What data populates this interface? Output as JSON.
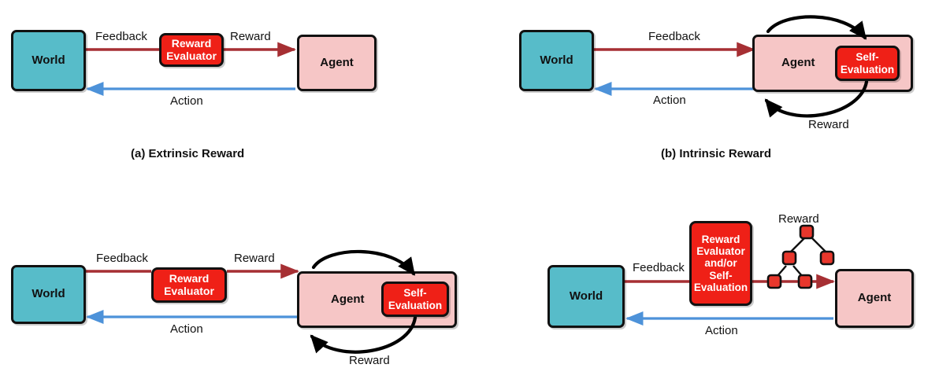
{
  "figure": {
    "title": "Reward paradigms for agents",
    "background": "#ffffff"
  },
  "palette": {
    "world_fill": "#57bcc9",
    "agent_fill": "#f6c6c6",
    "reward_fill": "#ef2017",
    "feedback_arrow": "#a62f33",
    "action_arrow": "#4d92d9",
    "loop_arrow": "#000000",
    "stroke": "#111111"
  },
  "panels": {
    "a": {
      "caption": "(a) Extrinsic Reward",
      "world_label": "World",
      "agent_label": "Agent",
      "evaluator_line1": "Reward",
      "evaluator_line2": "Evaluator",
      "feedback_label": "Feedback",
      "reward_label": "Reward",
      "action_label": "Action"
    },
    "b": {
      "caption": "(b) Intrinsic Reward",
      "world_label": "World",
      "agent_label": "Agent",
      "self_eval_line1": "Self-",
      "self_eval_line2": "Evaluation",
      "feedback_label": "Feedback",
      "action_label": "Action",
      "reward_loop_label": "Reward"
    },
    "c": {
      "caption": "",
      "world_label": "World",
      "agent_label": "Agent",
      "evaluator_line1": "Reward",
      "evaluator_line2": "Evaluator",
      "self_eval_line1": "Self-",
      "self_eval_line2": "Evaluation",
      "feedback_label": "Feedback",
      "reward_label": "Reward",
      "action_label": "Action",
      "reward_loop_label": "Reward"
    },
    "d": {
      "caption": "",
      "world_label": "World",
      "agent_label": "Agent",
      "combo_line1": "Reward",
      "combo_line2": "Evaluator",
      "combo_line3": "and/or",
      "combo_line4": "Self-",
      "combo_line5": "Evaluation",
      "feedback_label": "Feedback",
      "action_label": "Action",
      "tree_label": "Reward",
      "tree_nodes": 5,
      "tree_description": "reward tree with root, two children, and two grandchildren on the left child"
    }
  }
}
